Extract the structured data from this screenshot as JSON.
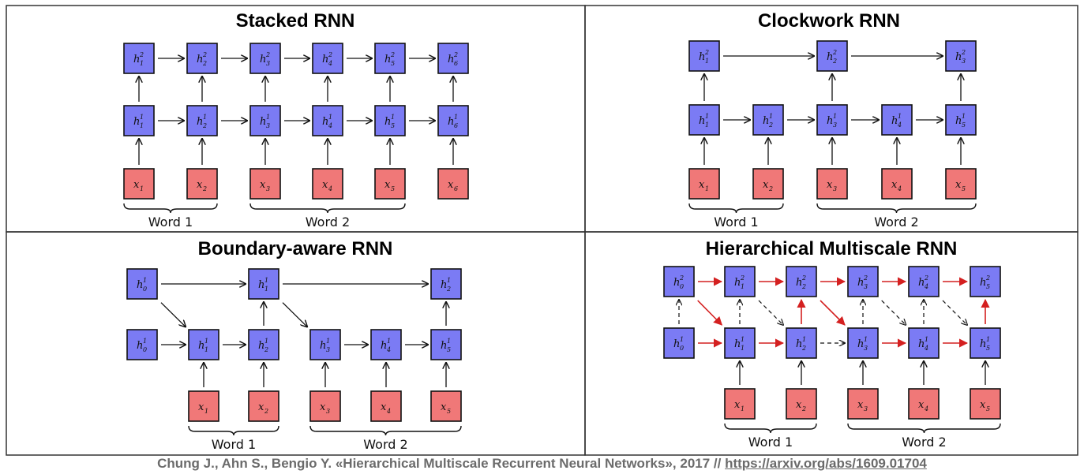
{
  "panels": [
    {
      "id": "stacked",
      "title": "Stacked RNN",
      "nodes": [
        {
          "id": "s_h2_1",
          "kind": "h",
          "base": "h",
          "sub": "1",
          "sup": "2"
        },
        {
          "id": "s_h2_2",
          "kind": "h",
          "base": "h",
          "sub": "2",
          "sup": "2"
        },
        {
          "id": "s_h2_3",
          "kind": "h",
          "base": "h",
          "sub": "3",
          "sup": "2"
        },
        {
          "id": "s_h2_4",
          "kind": "h",
          "base": "h",
          "sub": "4",
          "sup": "2"
        },
        {
          "id": "s_h2_5",
          "kind": "h",
          "base": "h",
          "sub": "5",
          "sup": "2"
        },
        {
          "id": "s_h2_6",
          "kind": "h",
          "base": "h",
          "sub": "6",
          "sup": "2"
        },
        {
          "id": "s_h1_1",
          "kind": "h",
          "base": "h",
          "sub": "1",
          "sup": "1"
        },
        {
          "id": "s_h1_2",
          "kind": "h",
          "base": "h",
          "sub": "2",
          "sup": "1"
        },
        {
          "id": "s_h1_3",
          "kind": "h",
          "base": "h",
          "sub": "3",
          "sup": "1"
        },
        {
          "id": "s_h1_4",
          "kind": "h",
          "base": "h",
          "sub": "4",
          "sup": "1"
        },
        {
          "id": "s_h1_5",
          "kind": "h",
          "base": "h",
          "sub": "5",
          "sup": "1"
        },
        {
          "id": "s_h1_6",
          "kind": "h",
          "base": "h",
          "sub": "6",
          "sup": "1"
        },
        {
          "id": "s_x1",
          "kind": "x",
          "base": "x",
          "sub": "1",
          "sup": ""
        },
        {
          "id": "s_x2",
          "kind": "x",
          "base": "x",
          "sub": "2",
          "sup": ""
        },
        {
          "id": "s_x3",
          "kind": "x",
          "base": "x",
          "sub": "3",
          "sup": ""
        },
        {
          "id": "s_x4",
          "kind": "x",
          "base": "x",
          "sub": "4",
          "sup": ""
        },
        {
          "id": "s_x5",
          "kind": "x",
          "base": "x",
          "sub": "5",
          "sup": ""
        },
        {
          "id": "s_x6",
          "kind": "x",
          "base": "x",
          "sub": "6",
          "sup": ""
        }
      ],
      "edges": [
        [
          "s_h2_1",
          "s_h2_2",
          "black"
        ],
        [
          "s_h2_2",
          "s_h2_3",
          "black"
        ],
        [
          "s_h2_3",
          "s_h2_4",
          "black"
        ],
        [
          "s_h2_4",
          "s_h2_5",
          "black"
        ],
        [
          "s_h2_5",
          "s_h2_6",
          "black"
        ],
        [
          "s_h1_1",
          "s_h1_2",
          "black"
        ],
        [
          "s_h1_2",
          "s_h1_3",
          "black"
        ],
        [
          "s_h1_3",
          "s_h1_4",
          "black"
        ],
        [
          "s_h1_4",
          "s_h1_5",
          "black"
        ],
        [
          "s_h1_5",
          "s_h1_6",
          "black"
        ],
        [
          "s_h1_1",
          "s_h2_1",
          "black"
        ],
        [
          "s_h1_2",
          "s_h2_2",
          "black"
        ],
        [
          "s_h1_3",
          "s_h2_3",
          "black"
        ],
        [
          "s_h1_4",
          "s_h2_4",
          "black"
        ],
        [
          "s_h1_5",
          "s_h2_5",
          "black"
        ],
        [
          "s_h1_6",
          "s_h2_6",
          "black"
        ],
        [
          "s_x1",
          "s_h1_1",
          "black"
        ],
        [
          "s_x2",
          "s_h1_2",
          "black"
        ],
        [
          "s_x3",
          "s_h1_3",
          "black"
        ],
        [
          "s_x4",
          "s_h1_4",
          "black"
        ],
        [
          "s_x5",
          "s_h1_5",
          "black"
        ],
        [
          "s_x6",
          "s_h1_6",
          "black"
        ]
      ],
      "words": [
        {
          "label": "Word 1",
          "from": "s_x1",
          "to": "s_x2"
        },
        {
          "label": "Word 2",
          "from": "s_x3",
          "to": "s_x5"
        }
      ]
    },
    {
      "id": "clockwork",
      "title": "Clockwork RNN",
      "nodes": [
        {
          "id": "c_h2_1",
          "kind": "h",
          "base": "h",
          "sub": "1",
          "sup": "2"
        },
        {
          "id": "c_h2_2",
          "kind": "h",
          "base": "h",
          "sub": "2",
          "sup": "2"
        },
        {
          "id": "c_h2_3",
          "kind": "h",
          "base": "h",
          "sub": "3",
          "sup": "2"
        },
        {
          "id": "c_h1_1",
          "kind": "h",
          "base": "h",
          "sub": "1",
          "sup": "1"
        },
        {
          "id": "c_h1_2",
          "kind": "h",
          "base": "h",
          "sub": "2",
          "sup": "1"
        },
        {
          "id": "c_h1_3",
          "kind": "h",
          "base": "h",
          "sub": "3",
          "sup": "1"
        },
        {
          "id": "c_h1_4",
          "kind": "h",
          "base": "h",
          "sub": "4",
          "sup": "1"
        },
        {
          "id": "c_h1_5",
          "kind": "h",
          "base": "h",
          "sub": "5",
          "sup": "1"
        },
        {
          "id": "c_x1",
          "kind": "x",
          "base": "x",
          "sub": "1",
          "sup": ""
        },
        {
          "id": "c_x2",
          "kind": "x",
          "base": "x",
          "sub": "2",
          "sup": ""
        },
        {
          "id": "c_x3",
          "kind": "x",
          "base": "x",
          "sub": "3",
          "sup": ""
        },
        {
          "id": "c_x4",
          "kind": "x",
          "base": "x",
          "sub": "4",
          "sup": ""
        },
        {
          "id": "c_x5",
          "kind": "x",
          "base": "x",
          "sub": "5",
          "sup": ""
        }
      ],
      "edges": [
        [
          "c_h2_1",
          "c_h2_2",
          "black"
        ],
        [
          "c_h2_2",
          "c_h2_3",
          "black"
        ],
        [
          "c_h1_1",
          "c_h1_2",
          "black"
        ],
        [
          "c_h1_2",
          "c_h1_3",
          "black"
        ],
        [
          "c_h1_3",
          "c_h1_4",
          "black"
        ],
        [
          "c_h1_4",
          "c_h1_5",
          "black"
        ],
        [
          "c_h1_1",
          "c_h2_1",
          "black"
        ],
        [
          "c_h1_3",
          "c_h2_2",
          "black"
        ],
        [
          "c_h1_5",
          "c_h2_3",
          "black"
        ],
        [
          "c_x1",
          "c_h1_1",
          "black"
        ],
        [
          "c_x2",
          "c_h1_2",
          "black"
        ],
        [
          "c_x3",
          "c_h1_3",
          "black"
        ],
        [
          "c_x4",
          "c_h1_4",
          "black"
        ],
        [
          "c_x5",
          "c_h1_5",
          "black"
        ]
      ],
      "words": [
        {
          "label": "Word 1",
          "from": "c_x1",
          "to": "c_x2"
        },
        {
          "label": "Word 2",
          "from": "c_x3",
          "to": "c_x5"
        }
      ]
    },
    {
      "id": "boundary",
      "title": "Boundary-aware RNN",
      "nodes": [
        {
          "id": "b_h2_0",
          "kind": "h",
          "base": "h",
          "sub": "0",
          "sup": "1"
        },
        {
          "id": "b_h2_1",
          "kind": "h",
          "base": "h",
          "sub": "1",
          "sup": "1"
        },
        {
          "id": "b_h2_2",
          "kind": "h",
          "base": "h",
          "sub": "2",
          "sup": "1"
        },
        {
          "id": "b_h1_0",
          "kind": "h",
          "base": "h",
          "sub": "0",
          "sup": "1"
        },
        {
          "id": "b_h1_1",
          "kind": "h",
          "base": "h",
          "sub": "1",
          "sup": "1"
        },
        {
          "id": "b_h1_2",
          "kind": "h",
          "base": "h",
          "sub": "2",
          "sup": "1"
        },
        {
          "id": "b_h1_3",
          "kind": "h",
          "base": "h",
          "sub": "3",
          "sup": "1"
        },
        {
          "id": "b_h1_4",
          "kind": "h",
          "base": "h",
          "sub": "4",
          "sup": "1"
        },
        {
          "id": "b_h1_5",
          "kind": "h",
          "base": "h",
          "sub": "5",
          "sup": "1"
        },
        {
          "id": "b_x1",
          "kind": "x",
          "base": "x",
          "sub": "1",
          "sup": ""
        },
        {
          "id": "b_x2",
          "kind": "x",
          "base": "x",
          "sub": "2",
          "sup": ""
        },
        {
          "id": "b_x3",
          "kind": "x",
          "base": "x",
          "sub": "3",
          "sup": ""
        },
        {
          "id": "b_x4",
          "kind": "x",
          "base": "x",
          "sub": "4",
          "sup": ""
        },
        {
          "id": "b_x5",
          "kind": "x",
          "base": "x",
          "sub": "5",
          "sup": ""
        }
      ],
      "edges": [
        [
          "b_h2_0",
          "b_h2_1",
          "black"
        ],
        [
          "b_h2_1",
          "b_h2_2",
          "black"
        ],
        [
          "b_h2_0",
          "b_h1_1",
          "black"
        ],
        [
          "b_h2_1",
          "b_h1_3",
          "black"
        ],
        [
          "b_h1_0",
          "b_h1_1",
          "black"
        ],
        [
          "b_h1_1",
          "b_h1_2",
          "black"
        ],
        [
          "b_h1_3",
          "b_h1_4",
          "black"
        ],
        [
          "b_h1_4",
          "b_h1_5",
          "black"
        ],
        [
          "b_h1_2",
          "b_h2_1",
          "black"
        ],
        [
          "b_h1_5",
          "b_h2_2",
          "black"
        ],
        [
          "b_x1",
          "b_h1_1",
          "black"
        ],
        [
          "b_x2",
          "b_h1_2",
          "black"
        ],
        [
          "b_x3",
          "b_h1_3",
          "black"
        ],
        [
          "b_x4",
          "b_h1_4",
          "black"
        ],
        [
          "b_x5",
          "b_h1_5",
          "black"
        ]
      ],
      "words": [
        {
          "label": "Word 1",
          "from": "b_x1",
          "to": "b_x2"
        },
        {
          "label": "Word 2",
          "from": "b_x3",
          "to": "b_x5"
        }
      ]
    },
    {
      "id": "hmrnn",
      "title": "Hierarchical Multiscale RNN",
      "nodes": [
        {
          "id": "m_h2_0",
          "kind": "h",
          "base": "h",
          "sub": "0",
          "sup": "2"
        },
        {
          "id": "m_h2_1",
          "kind": "h",
          "base": "h",
          "sub": "1",
          "sup": "2"
        },
        {
          "id": "m_h2_2",
          "kind": "h",
          "base": "h",
          "sub": "2",
          "sup": "2"
        },
        {
          "id": "m_h2_3",
          "kind": "h",
          "base": "h",
          "sub": "3",
          "sup": "2"
        },
        {
          "id": "m_h2_4",
          "kind": "h",
          "base": "h",
          "sub": "4",
          "sup": "2"
        },
        {
          "id": "m_h2_5",
          "kind": "h",
          "base": "h",
          "sub": "5",
          "sup": "2"
        },
        {
          "id": "m_h1_0",
          "kind": "h",
          "base": "h",
          "sub": "0",
          "sup": "1"
        },
        {
          "id": "m_h1_1",
          "kind": "h",
          "base": "h",
          "sub": "1",
          "sup": "1"
        },
        {
          "id": "m_h1_2",
          "kind": "h",
          "base": "h",
          "sub": "2",
          "sup": "1"
        },
        {
          "id": "m_h1_3",
          "kind": "h",
          "base": "h",
          "sub": "3",
          "sup": "1"
        },
        {
          "id": "m_h1_4",
          "kind": "h",
          "base": "h",
          "sub": "4",
          "sup": "1"
        },
        {
          "id": "m_h1_5",
          "kind": "h",
          "base": "h",
          "sub": "5",
          "sup": "1"
        },
        {
          "id": "m_x1",
          "kind": "x",
          "base": "x",
          "sub": "1",
          "sup": ""
        },
        {
          "id": "m_x2",
          "kind": "x",
          "base": "x",
          "sub": "2",
          "sup": ""
        },
        {
          "id": "m_x3",
          "kind": "x",
          "base": "x",
          "sub": "3",
          "sup": ""
        },
        {
          "id": "m_x4",
          "kind": "x",
          "base": "x",
          "sub": "4",
          "sup": ""
        },
        {
          "id": "m_x5",
          "kind": "x",
          "base": "x",
          "sub": "5",
          "sup": ""
        }
      ],
      "edges": [
        [
          "m_h2_0",
          "m_h2_1",
          "red"
        ],
        [
          "m_h2_1",
          "m_h2_2",
          "red"
        ],
        [
          "m_h2_2",
          "m_h2_3",
          "red"
        ],
        [
          "m_h2_3",
          "m_h2_4",
          "red"
        ],
        [
          "m_h2_4",
          "m_h2_5",
          "red"
        ],
        [
          "m_h1_0",
          "m_h1_1",
          "red"
        ],
        [
          "m_h1_1",
          "m_h1_2",
          "red"
        ],
        [
          "m_h1_2",
          "m_h1_3",
          "dashed"
        ],
        [
          "m_h1_3",
          "m_h1_4",
          "red"
        ],
        [
          "m_h1_4",
          "m_h1_5",
          "red"
        ],
        [
          "m_h2_0",
          "m_h1_1",
          "red"
        ],
        [
          "m_h2_2",
          "m_h1_3",
          "red"
        ],
        [
          "m_h2_1",
          "m_h1_2",
          "dashed"
        ],
        [
          "m_h2_3",
          "m_h1_4",
          "dashed"
        ],
        [
          "m_h2_4",
          "m_h1_5",
          "dashed"
        ],
        [
          "m_h1_0",
          "m_h2_0",
          "dashed"
        ],
        [
          "m_h1_1",
          "m_h2_1",
          "dashed"
        ],
        [
          "m_h1_3",
          "m_h2_3",
          "dashed"
        ],
        [
          "m_h1_4",
          "m_h2_4",
          "dashed"
        ],
        [
          "m_h1_2",
          "m_h2_2",
          "red"
        ],
        [
          "m_h1_5",
          "m_h2_5",
          "red"
        ],
        [
          "m_x1",
          "m_h1_1",
          "black"
        ],
        [
          "m_x2",
          "m_h1_2",
          "black"
        ],
        [
          "m_x3",
          "m_h1_3",
          "black"
        ],
        [
          "m_x4",
          "m_h1_4",
          "black"
        ],
        [
          "m_x5",
          "m_h1_5",
          "black"
        ]
      ],
      "words": [
        {
          "label": "Word 1",
          "from": "m_x1",
          "to": "m_x2"
        },
        {
          "label": "Word 2",
          "from": "m_x3",
          "to": "m_x5"
        }
      ]
    }
  ],
  "citation": {
    "text": "Chung J., Ahn S., Bengio Y. «Hierarchical Multiscale Recurrent Neural Networks», 2017 // ",
    "link": "https://arxiv.org/abs/1609.01704"
  },
  "colors": {
    "hidden": "#7b7bf4",
    "input": "#f07878",
    "red_edge": "#d42020",
    "border": "#333333"
  }
}
